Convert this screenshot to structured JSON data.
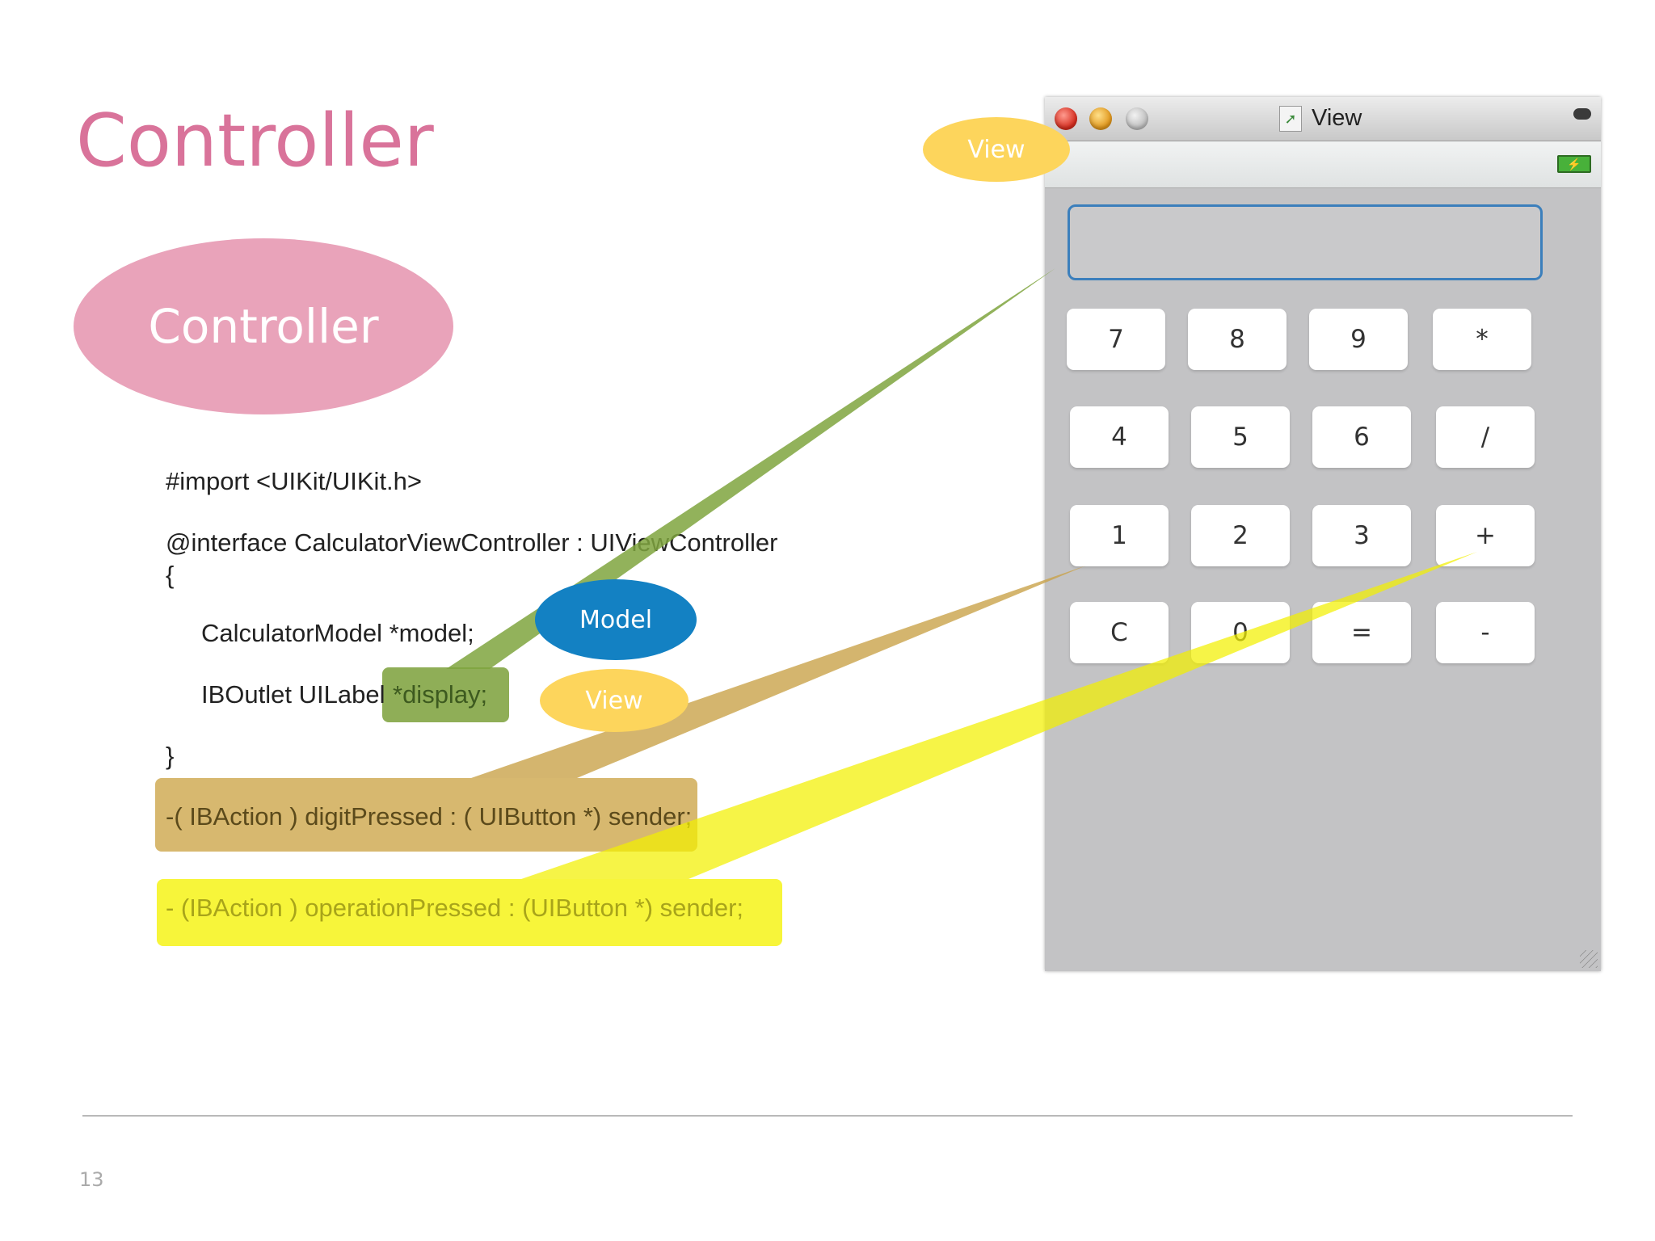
{
  "slide": {
    "title": "Controller",
    "page_number": "13"
  },
  "bubbles": {
    "controller": "Controller",
    "view_top": "View",
    "model": "Model",
    "view_code": "View"
  },
  "code": {
    "import_line": "#import <UIKit/UIKit.h>",
    "interface_line": "@interface CalculatorViewController  :  UIViewController",
    "open_brace": "{",
    "model_line": "CalculatorModel *model;",
    "outlet_prefix": "IBOutlet UILabel",
    "outlet_var": "*display;",
    "close_brace": "}",
    "digit_action": "-( IBAction ) digitPressed : ( UIButton *) sender;",
    "operation_action": "- (IBAction ) operationPressed  : (UIButton *) sender;"
  },
  "window": {
    "title": "View",
    "display_value": "",
    "keys": [
      "7",
      "8",
      "9",
      "*",
      "4",
      "5",
      "6",
      "/",
      "1",
      "2",
      "3",
      "+",
      "C",
      "0",
      "=",
      "-"
    ]
  },
  "colors": {
    "title_pink": "#d9739a",
    "controller_pink": "#e9a3ba",
    "view_yellow": "#fdd55c",
    "model_blue": "#1381c3",
    "outlet_green": "#8fae57",
    "digit_tan": "#d7b86f",
    "operation_yellow": "#f7f53a"
  }
}
